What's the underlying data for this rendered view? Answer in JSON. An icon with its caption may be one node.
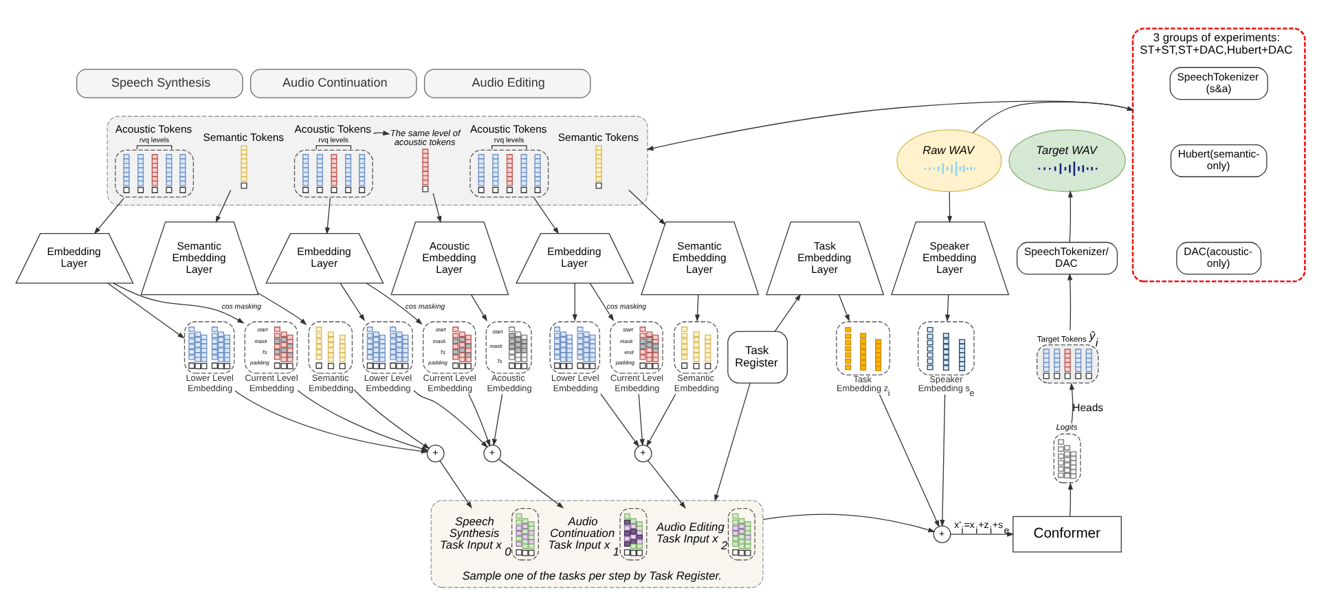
{
  "diagram": {
    "nodes": [
      {
        "text": [
          "Speech Synthesis"
        ]
      },
      {
        "text": [
          "Audio Continuation"
        ]
      },
      {
        "text": [
          "Audio Editing"
        ]
      },
      {
        "text": [
          "3 groups of experiments: ST+ST,ST+DAC,Hubert+DAC"
        ]
      },
      {
        "text": [
          "SpeechTokenizer (s&a)"
        ],
        "in": 3
      },
      {
        "text": [
          "Hubert(semantic- only)"
        ],
        "in": 3
      },
      {
        "text": [
          "DAC(acoustic- only)"
        ],
        "in": 3
      },
      {
        "text": [
          "Raw WAV"
        ]
      },
      {
        "text": [
          "Target WAV"
        ]
      },
      {
        "text": [],
        "shape": "box"
      },
      {
        "text": [
          "Acoustic Tokens",
          "rvq levels"
        ],
        "in": 9
      },
      {
        "text": [
          "Semantic Tokens"
        ],
        "in": 9
      },
      {
        "text": [
          "Acoustic Tokens",
          "rvq levels"
        ],
        "in": 9
      },
      {
        "text": [
          "The same level of acoustic tokens"
        ],
        "in": 9
      },
      {
        "text": [
          "Acoustic Tokens",
          "rvq levels"
        ],
        "in": 9
      },
      {
        "text": [
          "Semantic Tokens"
        ],
        "in": 9
      },
      {
        "text": [
          "SpeechTokenizer/ DAC"
        ]
      },
      {
        "text": [
          "Embedding Layer"
        ]
      },
      {
        "text": [
          "Semantic Embedding Layer"
        ]
      },
      {
        "text": [
          "Embedding Layer"
        ]
      },
      {
        "text": [
          "Acoustic Embedding Layer"
        ]
      },
      {
        "text": [
          "Embedding Layer"
        ]
      },
      {
        "text": [
          "Semantic Embedding Layer"
        ]
      },
      {
        "text": [
          "Task Embedding Layer"
        ]
      },
      {
        "text": [
          "Speaker Embedding Layer"
        ]
      },
      {
        "text": [
          "Target Tokens",
          "ŷ$_{i}$"
        ]
      },
      {
        "text": [
          "Lower Level Embedding"
        ]
      },
      {
        "text": [
          "start",
          "mask",
          "Ts",
          "padding",
          "Current Level Embedding"
        ]
      },
      {
        "text": [
          "Semantic Embedding"
        ]
      },
      {
        "text": [
          "Lower Level Embedding"
        ]
      },
      {
        "text": [
          "start",
          "mask",
          "Ts",
          "padding",
          "Current Level Embedding"
        ]
      },
      {
        "text": [
          "start",
          "mask",
          "Ts",
          "Acoustic Embedding"
        ]
      },
      {
        "text": [
          "Lower Level Embedding"
        ]
      },
      {
        "text": [
          "start",
          "mask",
          "end",
          "padding",
          "Current Level Embedding"
        ]
      },
      {
        "text": [
          "Semantic Embedding"
        ]
      },
      {
        "text": [
          "Task Register"
        ]
      },
      {
        "text": [
          "Task Embedding z$_{i}$"
        ]
      },
      {
        "text": [
          "Speaker Embedding s$_{e}$"
        ]
      },
      {
        "text": [
          "Logits"
        ]
      },
      {
        "text": [
          "+"
        ]
      },
      {
        "text": [
          "+"
        ]
      },
      {
        "text": [
          "+"
        ]
      },
      {
        "text": [
          "Sample one of the tasks per step by Task Register."
        ]
      },
      {
        "text": [
          "Speech Synthesis Task Input x$_{0}$"
        ],
        "in": 42
      },
      {
        "text": [
          "Audio Continuation Task Input x$_{1}$"
        ],
        "in": 42
      },
      {
        "text": [
          "Audio Editing Task Input x$_{2}$"
        ],
        "in": 42
      },
      {
        "text": [
          "+"
        ]
      },
      {
        "text": [
          "Conformer"
        ]
      }
    ],
    "edges": [
      {
        "from": 7,
        "to": 3,
        "arrow": "to"
      },
      {
        "from": 3,
        "to": 9,
        "arrow": "to"
      },
      {
        "from": 7,
        "to": 24,
        "arrow": "to"
      },
      {
        "from": 10,
        "to": 17,
        "arrow": "to"
      },
      {
        "from": 11,
        "to": 18,
        "arrow": "to"
      },
      {
        "from": 12,
        "to": 19,
        "arrow": "to"
      },
      {
        "from": 12,
        "to": 13,
        "arrow": "to"
      },
      {
        "from": 13,
        "to": 20,
        "arrow": "to"
      },
      {
        "from": 14,
        "to": 21,
        "arrow": "to"
      },
      {
        "from": 15,
        "to": 22,
        "arrow": "to"
      },
      {
        "from": 17,
        "to": 26,
        "arrow": "to"
      },
      {
        "from": 17,
        "to": 27,
        "arrow": "to",
        "label": "cos masking"
      },
      {
        "from": 18,
        "to": 28,
        "arrow": "to"
      },
      {
        "from": 19,
        "to": 29,
        "arrow": "to"
      },
      {
        "from": 19,
        "to": 30,
        "arrow": "to",
        "label": "cos masking"
      },
      {
        "from": 20,
        "to": 31,
        "arrow": "to"
      },
      {
        "from": 21,
        "to": 32,
        "arrow": "to"
      },
      {
        "from": 21,
        "to": 33,
        "arrow": "to",
        "label": "cos masking"
      },
      {
        "from": 22,
        "to": 34,
        "arrow": "to"
      },
      {
        "from": 26,
        "to": 39,
        "arrow": "to"
      },
      {
        "from": 27,
        "to": 39,
        "arrow": "to"
      },
      {
        "from": 28,
        "to": 39,
        "arrow": "to"
      },
      {
        "from": 29,
        "to": 40,
        "arrow": "to"
      },
      {
        "from": 30,
        "to": 40,
        "arrow": "to"
      },
      {
        "from": 31,
        "to": 40,
        "arrow": "to"
      },
      {
        "from": 32,
        "to": 41,
        "arrow": "to"
      },
      {
        "from": 33,
        "to": 41,
        "arrow": "to"
      },
      {
        "from": 34,
        "to": 41,
        "arrow": "to"
      },
      {
        "from": 39,
        "to": 43,
        "arrow": "to"
      },
      {
        "from": 40,
        "to": 44,
        "arrow": "to"
      },
      {
        "from": 41,
        "to": 45,
        "arrow": "to"
      },
      {
        "from": 35,
        "to": 23,
        "arrow": "to"
      },
      {
        "from": 35,
        "to": 42,
        "arrow": "to"
      },
      {
        "from": 23,
        "to": 36,
        "arrow": "to"
      },
      {
        "from": 24,
        "to": 37,
        "arrow": "to"
      },
      {
        "from": 36,
        "to": 46,
        "arrow": "to"
      },
      {
        "from": 37,
        "to": 46,
        "arrow": "to"
      },
      {
        "from": 42,
        "to": 46,
        "arrow": "to"
      },
      {
        "from": 46,
        "to": 47,
        "arrow": "to",
        "label": "x'$_{i}$=x$_{i}$+z$_{i}$+s$_{e}$"
      },
      {
        "from": 47,
        "to": 38,
        "arrow": "to"
      },
      {
        "from": 38,
        "to": 25,
        "arrow": "to",
        "label": "Heads"
      },
      {
        "from": 25,
        "to": 16,
        "arrow": "to"
      },
      {
        "from": 16,
        "to": 8,
        "arrow": "to"
      }
    ]
  }
}
